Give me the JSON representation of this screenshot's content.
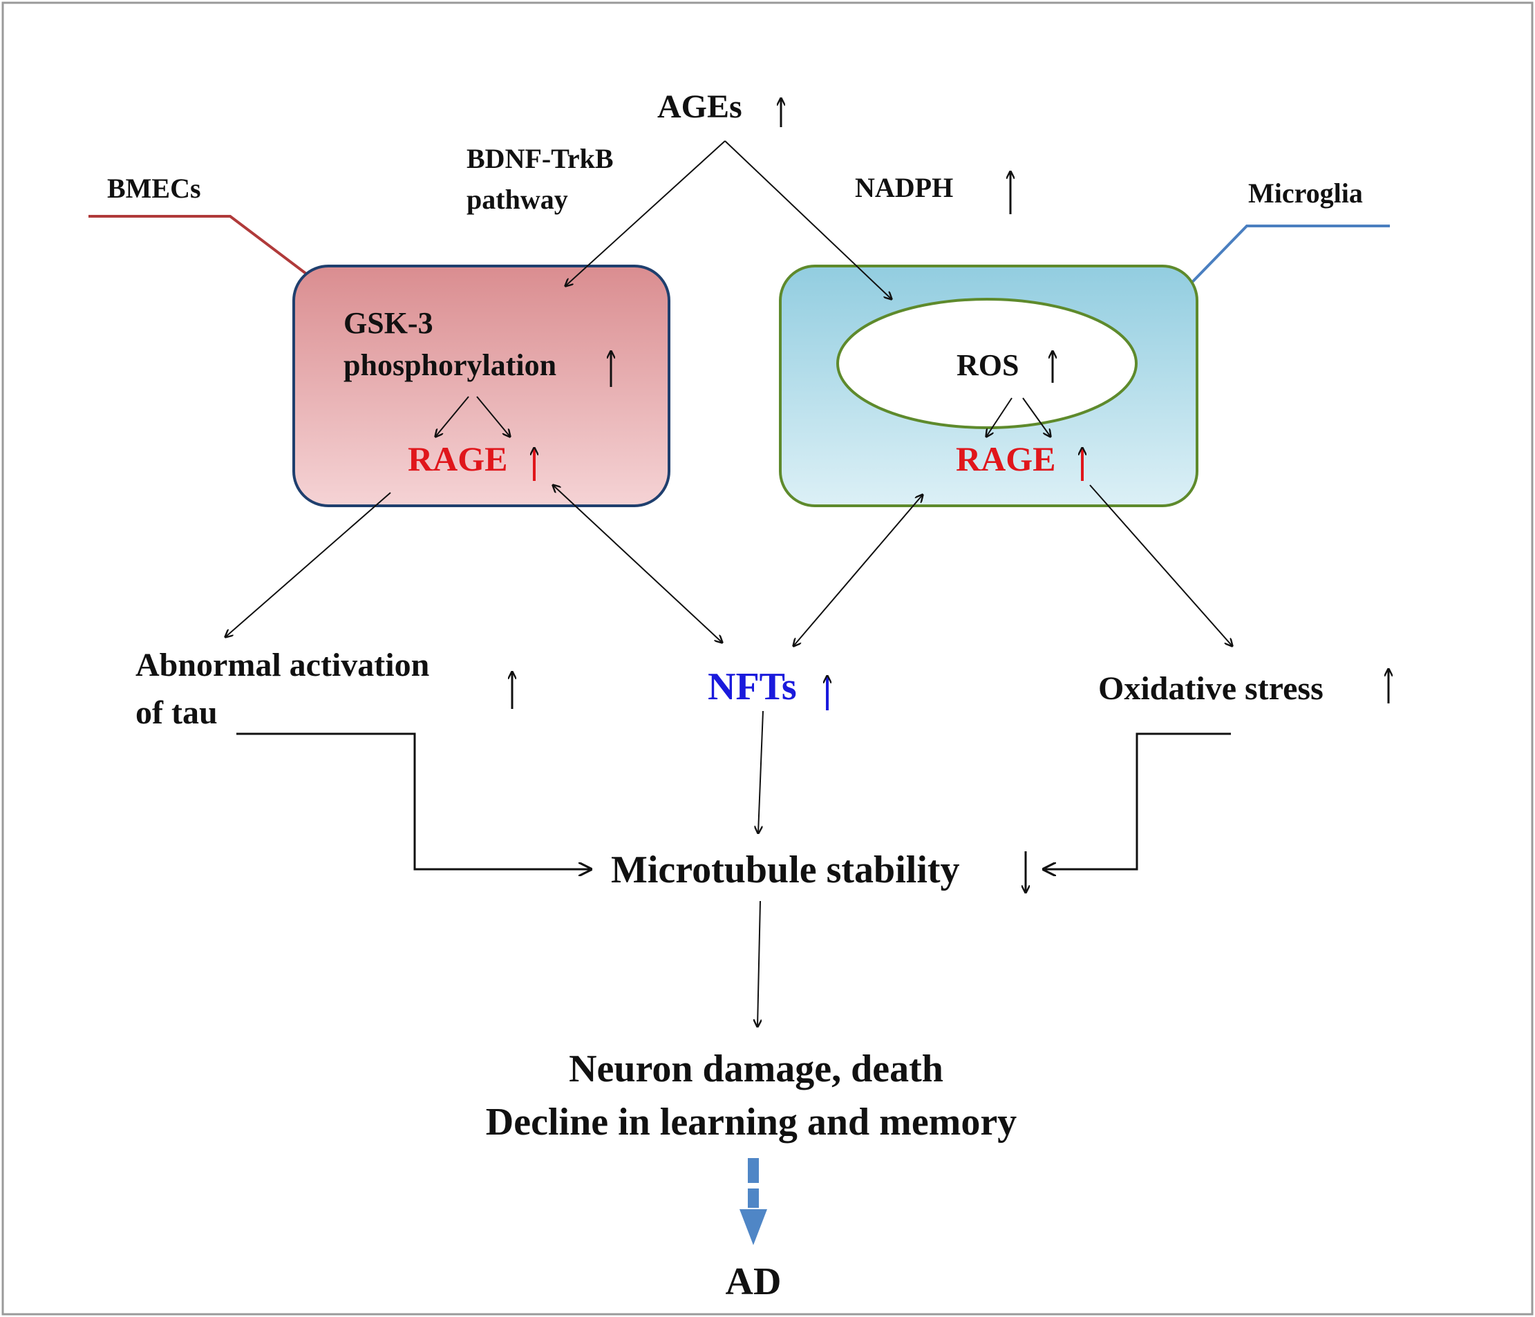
{
  "labels": {
    "ages": "AGEs",
    "bdnf_line1": "BDNF-TrkB",
    "bdnf_line2": "pathway",
    "nadph": "NADPH",
    "bmecs": "BMECs",
    "microglia": "Microglia",
    "gsk_line1": "GSK-3",
    "gsk_line2": "phosphorylation",
    "ros": "ROS",
    "rage_left": "RAGE",
    "rage_right": "RAGE",
    "tau_line1": "Abnormal activation",
    "tau_line2": "of tau",
    "nfts": "NFTs",
    "oxidative": "Oxidative stress",
    "microtubule": "Microtubule stability",
    "neuron_line1": "Neuron damage, death",
    "neuron_line2": "Decline in learning and memory",
    "ad": "AD"
  },
  "colors": {
    "bmecs_callout": "#b03a3a",
    "microglia_callout": "#4a7fc0",
    "bmecs_fill_top": "#da8d90",
    "bmecs_fill_bottom": "#f5d3d5",
    "bmecs_border": "#1f3f6e",
    "microglia_fill_top": "#92cde0",
    "microglia_fill_bottom": "#dcf0f6",
    "microglia_border": "#5e8a2c",
    "rage": "#e0161b",
    "nfts": "#1a1adc",
    "ad_arrow": "#4f86c6",
    "text": "#111111"
  }
}
